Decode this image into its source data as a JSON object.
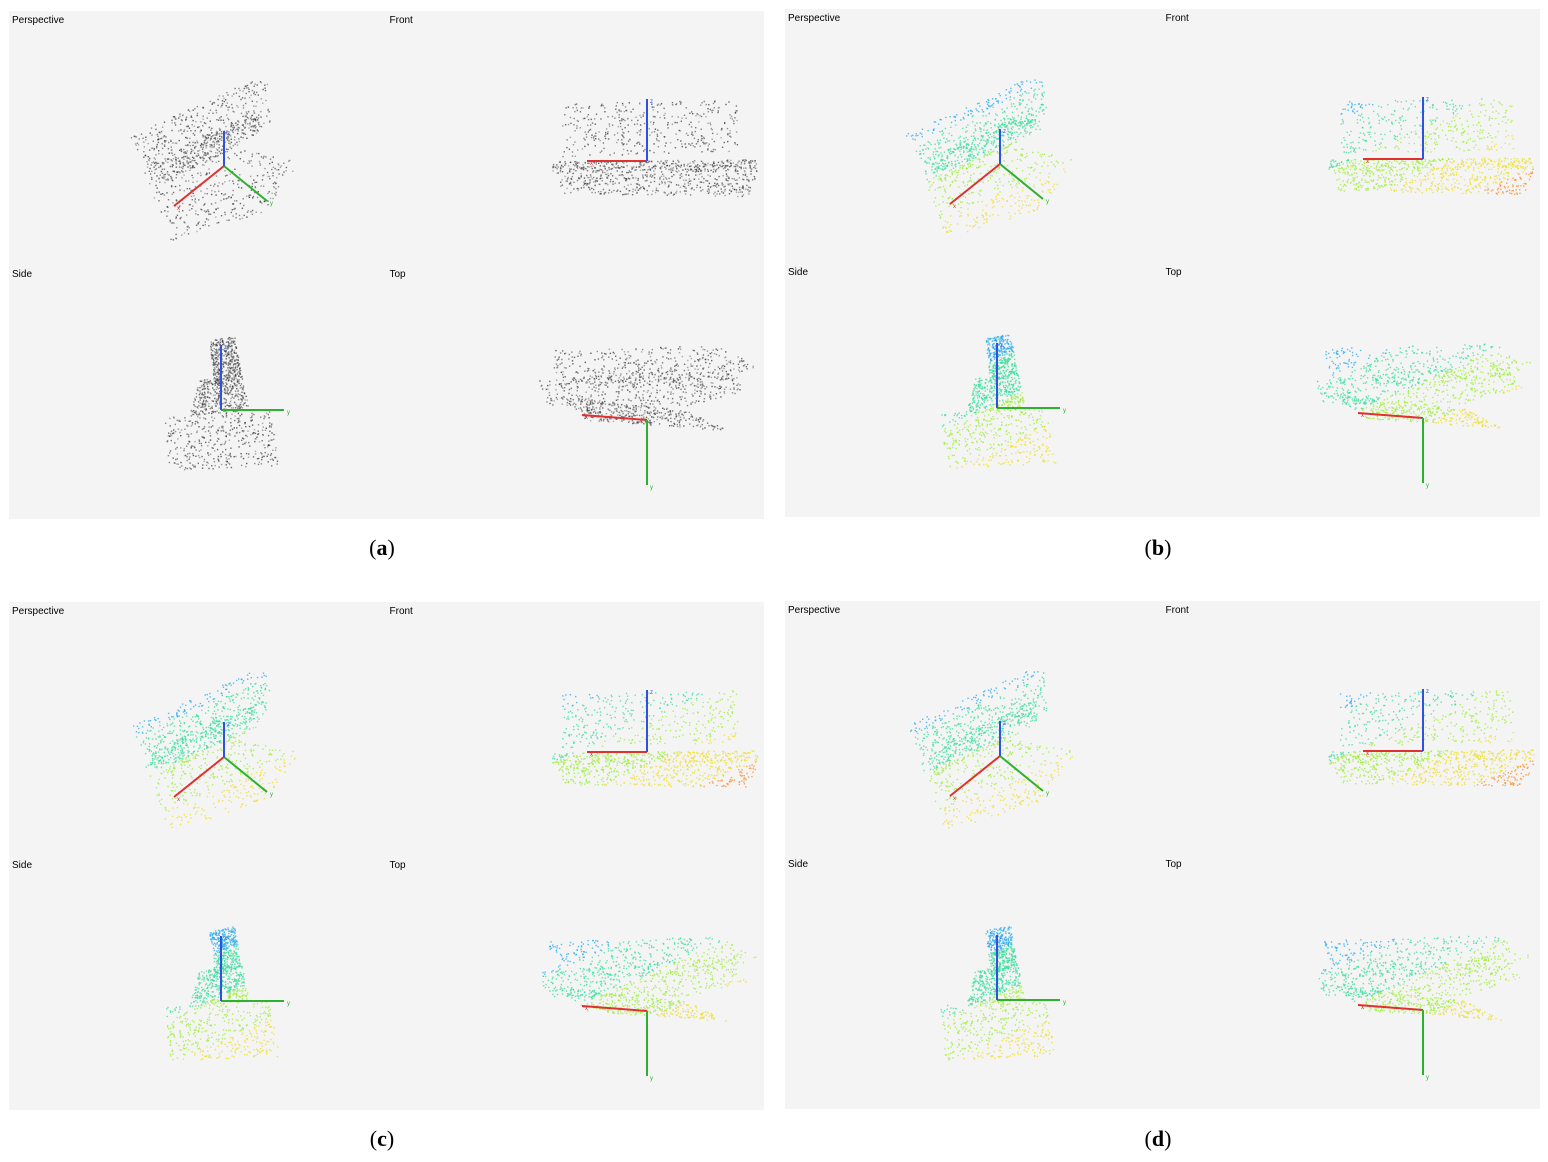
{
  "panels": [
    {
      "id": "a",
      "caption_letter": "a",
      "style": "gray",
      "views": {
        "perspective": "Perspective",
        "front": "Front",
        "side": "Side",
        "top": "Top"
      }
    },
    {
      "id": "b",
      "caption_letter": "b",
      "style": "rainbow",
      "views": {
        "perspective": "Perspective",
        "front": "Front",
        "side": "Side",
        "top": "Top"
      }
    },
    {
      "id": "c",
      "caption_letter": "c",
      "style": "rainbow",
      "views": {
        "perspective": "Perspective",
        "front": "Front",
        "side": "Side",
        "top": "Top"
      }
    },
    {
      "id": "d",
      "caption_letter": "d",
      "style": "rainbow",
      "views": {
        "perspective": "Perspective",
        "front": "Front",
        "side": "Side",
        "top": "Top"
      }
    }
  ],
  "axis_labels": {
    "x": "x",
    "y": "y",
    "z": "z"
  },
  "colors": {
    "background": "#f4f4f4",
    "axis_x": "#e03030",
    "axis_y": "#30b030",
    "axis_z": "#3050e0",
    "gray_cloud": "#555555",
    "rainbow": [
      "#2233cc",
      "#22aaee",
      "#33dd99",
      "#99ee33",
      "#eedd22",
      "#ff8822",
      "#dd3322"
    ]
  }
}
